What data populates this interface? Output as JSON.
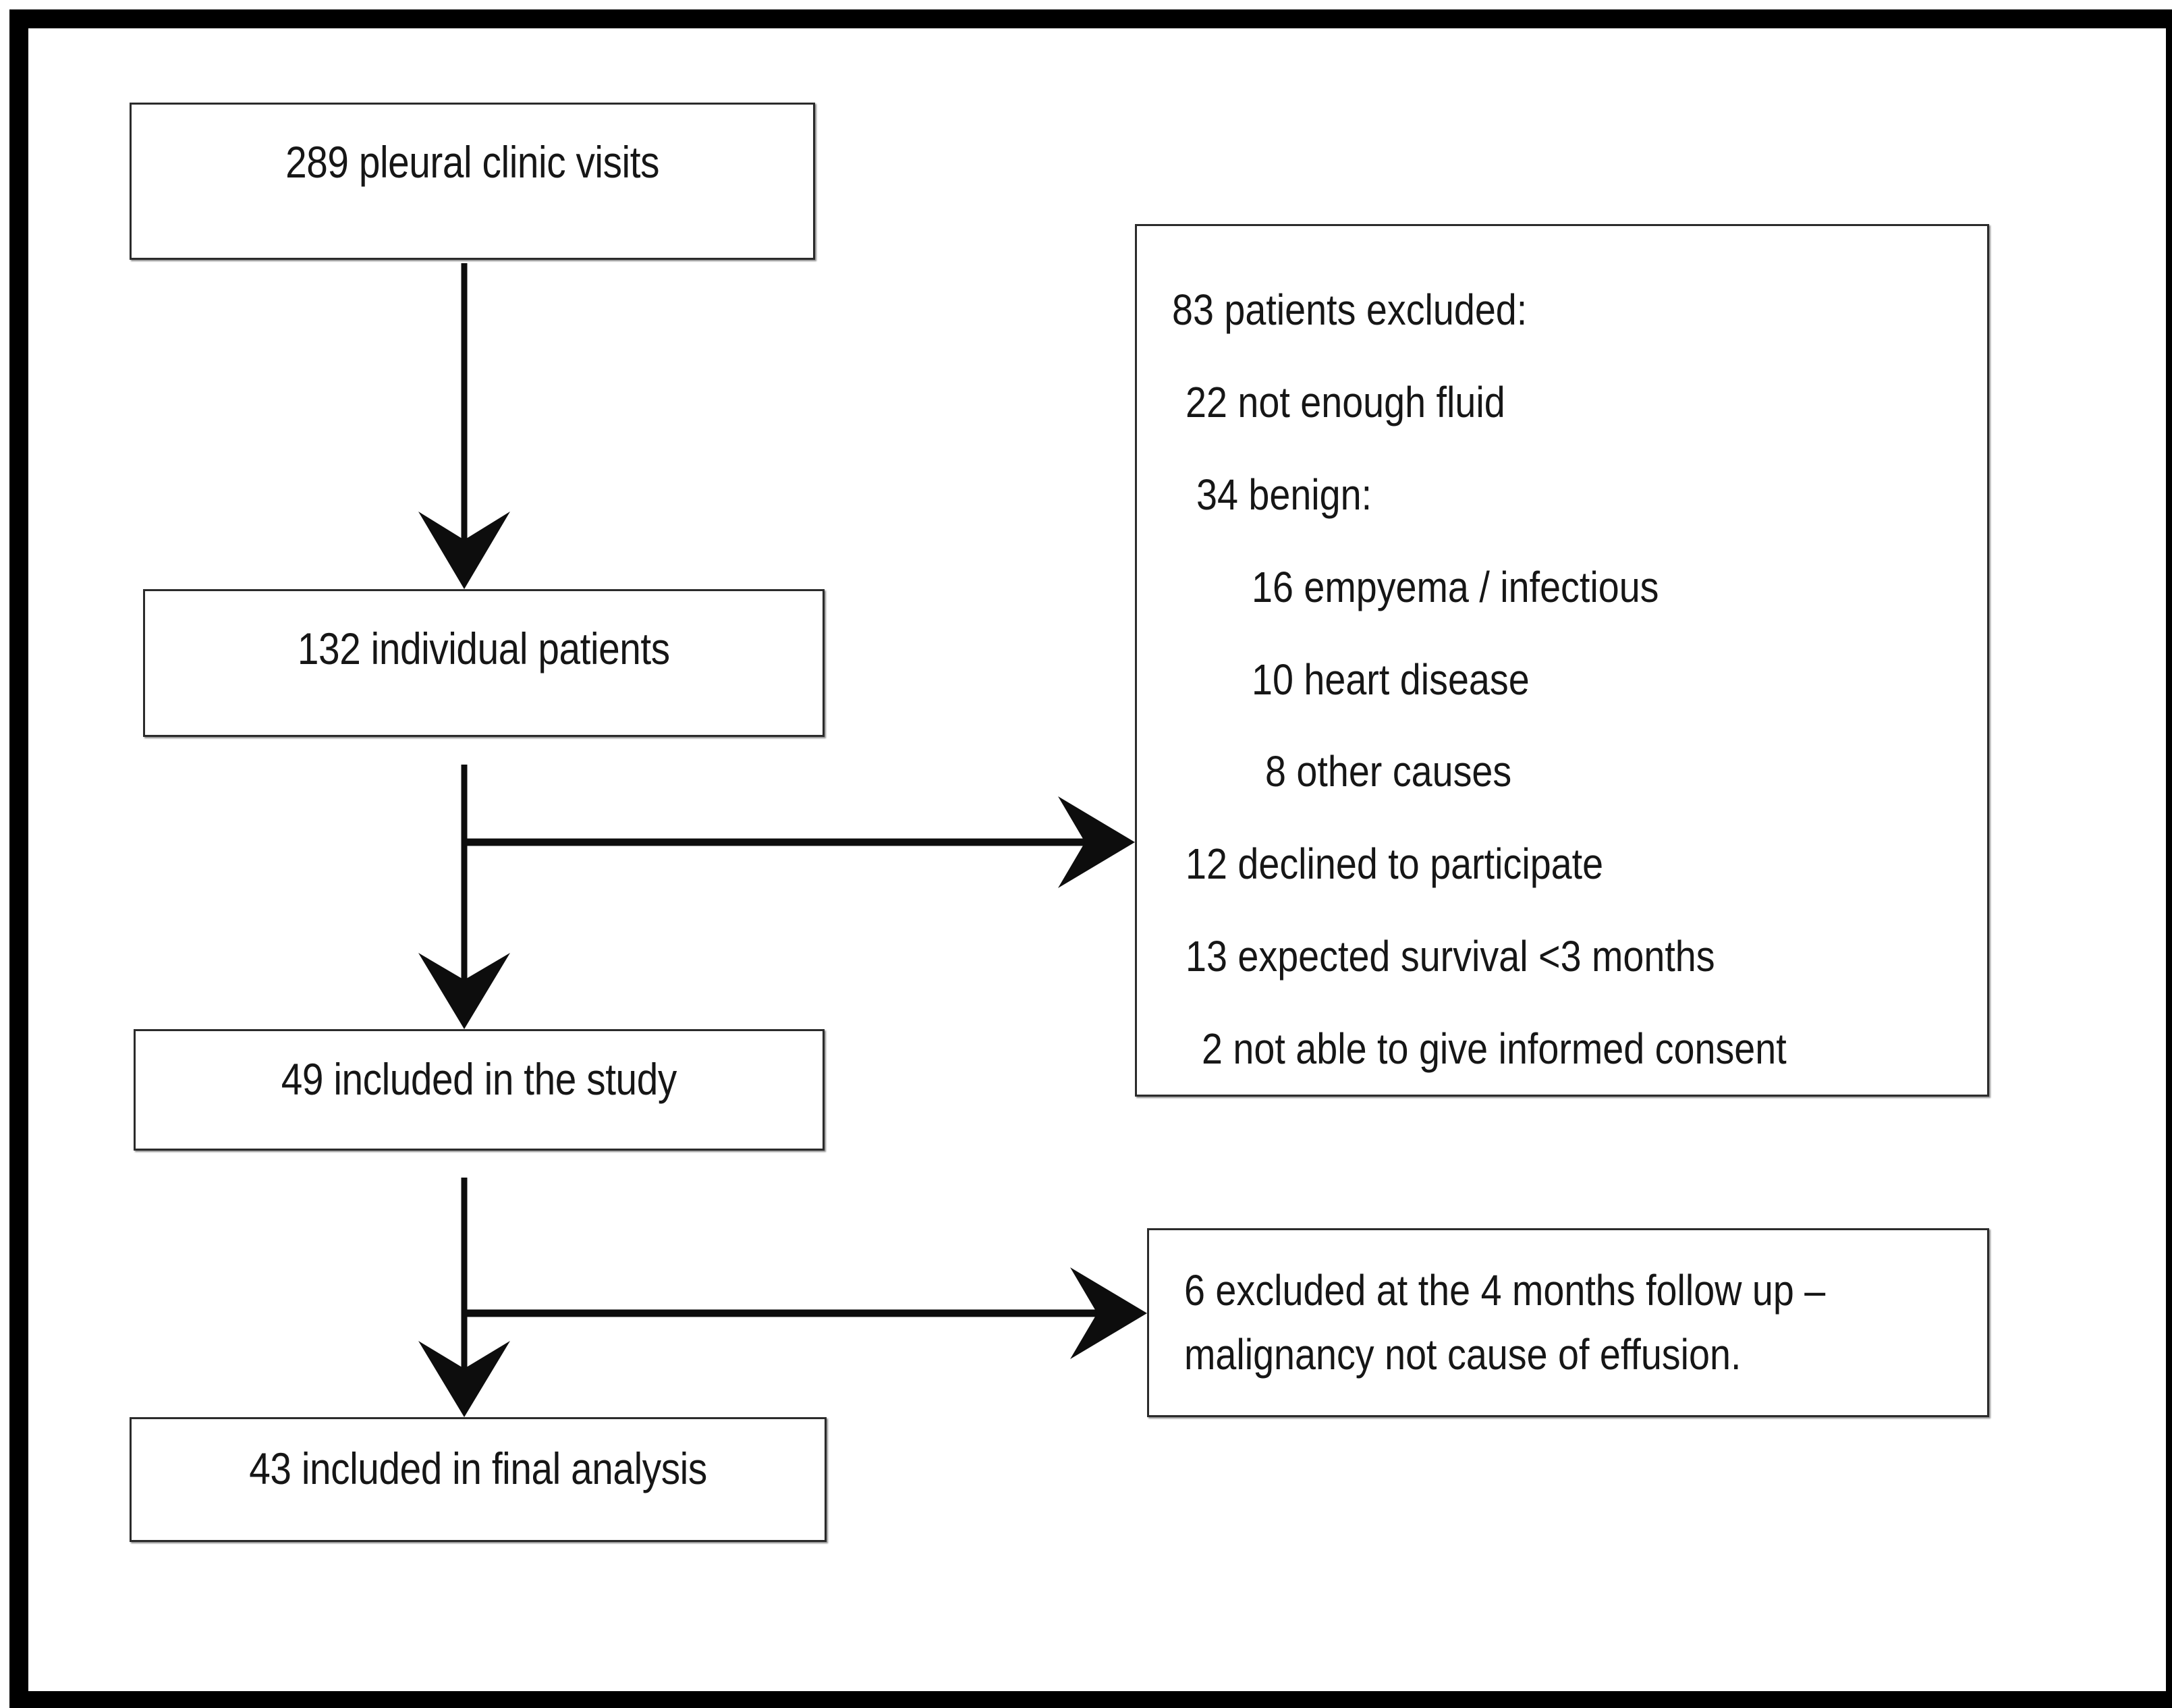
{
  "figure": {
    "kind": "study-flow-diagram",
    "frame_color": "#000000",
    "box_border_color": "#2b2b2b",
    "text_color": "#161616"
  },
  "flow": {
    "boxes": [
      {
        "id": "visits",
        "label": "289 pleural clinic visits"
      },
      {
        "id": "patients",
        "label": "132 individual patients"
      },
      {
        "id": "included",
        "label": "49 included in the study"
      },
      {
        "id": "final",
        "label": "43 included in final analysis"
      }
    ]
  },
  "exclusion": {
    "lines": [
      {
        "text": "83 patients excluded:",
        "indent": 0
      },
      {
        "text": "22 not enough fluid",
        "indent": 1
      },
      {
        "text": "34 benign:",
        "indent": 1
      },
      {
        "text": "16 empyema / infectious",
        "indent": 2
      },
      {
        "text": "10 heart disease",
        "indent": 2
      },
      {
        "text": "8 other causes",
        "indent": 2
      },
      {
        "text": "12 declined to participate",
        "indent": 1
      },
      {
        "text": "13 expected survival <3 months",
        "indent": 1
      },
      {
        "text": "2 not able to give informed consent",
        "indent": 1
      }
    ]
  },
  "followup_exclusion": {
    "line1": "6 excluded at the 4 months follow up –",
    "line2": "malignancy not cause of effusion."
  },
  "arrows": [
    {
      "id": "visits-to-patients",
      "direction": "down"
    },
    {
      "id": "patients-to-included",
      "direction": "down"
    },
    {
      "id": "patients-to-exclusion",
      "direction": "right"
    },
    {
      "id": "included-to-final",
      "direction": "down"
    },
    {
      "id": "included-to-followup",
      "direction": "right"
    }
  ]
}
